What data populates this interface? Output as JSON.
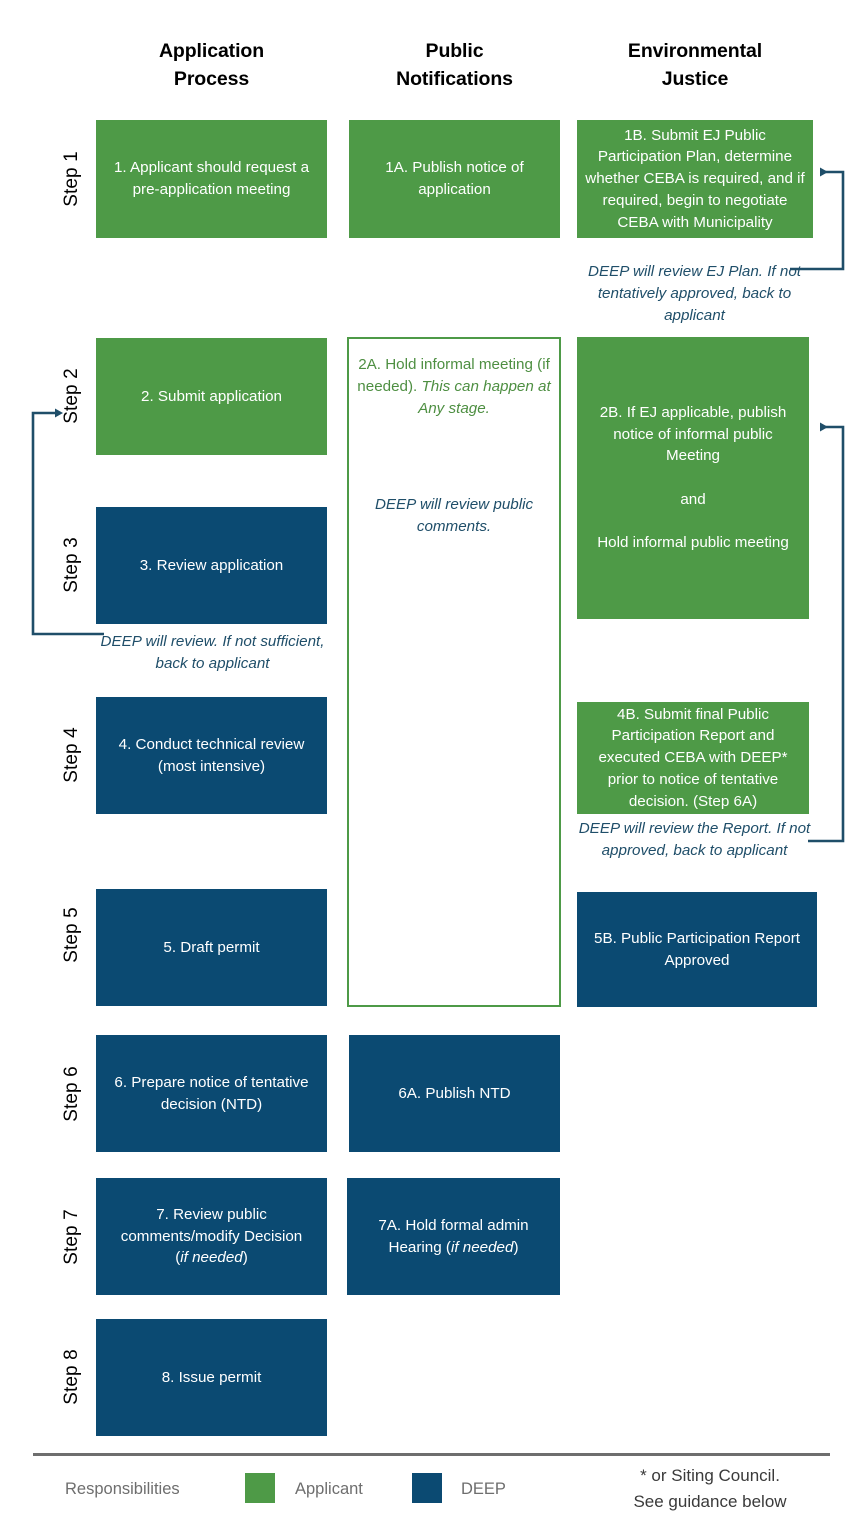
{
  "title": "CT DEEP Permit Application Process Flowchart",
  "columns": [
    {
      "line1": "Application",
      "line2": "Process"
    },
    {
      "line1": "Public",
      "line2": "Notifications"
    },
    {
      "line1": "Environmental",
      "line2": "Justice"
    }
  ],
  "steps": [
    {
      "label": "Step 1"
    },
    {
      "label": "Step 2"
    },
    {
      "label": "Step 3"
    },
    {
      "label": "Step 4"
    },
    {
      "label": "Step 5"
    },
    {
      "label": "Step 6"
    },
    {
      "label": "Step 7"
    },
    {
      "label": "Step 8"
    }
  ],
  "boxes": {
    "b1": {
      "text": "1. Applicant should request a pre-application meeting",
      "fill": "applicant"
    },
    "b1A": {
      "text": "1A. Publish notice of application",
      "fill": "applicant"
    },
    "b1B": {
      "text": "1B. Submit EJ Public Participation Plan, determine whether CEBA is required, and if required, begin to negotiate CEBA with Municipality",
      "fill": "applicant"
    },
    "b2": {
      "text": "2. Submit application",
      "fill": "applicant"
    },
    "b2B_l1": "2B. If EJ applicable, publish notice of informal public Meeting",
    "b2B_l2": "and",
    "b2B_l3": "Hold informal public meeting",
    "b3": {
      "text": "3. Review application",
      "fill": "deep"
    },
    "b4": {
      "text": "4. Conduct technical review (most intensive)",
      "fill": "deep"
    },
    "b4B": {
      "text": "4B. Submit final Public Participation Report and executed CEBA with DEEP* prior to notice of tentative decision. (Step 6A)",
      "fill": "applicant"
    },
    "b5": {
      "text": "5. Draft permit",
      "fill": "deep"
    },
    "b5B": {
      "text": "5B. Public Participation Report Approved",
      "fill": "deep"
    },
    "b6": {
      "text": "6. Prepare notice of tentative decision (NTD)",
      "fill": "deep"
    },
    "b6A": {
      "text": "6A. Publish NTD",
      "fill": "deep"
    },
    "b7_l1": "7. Review public comments/modify Decision",
    "b7_l2_pre": "(",
    "b7_l2_ital": "if needed",
    "b7_l2_post": ")",
    "b7A_l1": "7A. Hold formal admin",
    "b7A_l2_pre": "Hearing (",
    "b7A_l2_ital": "if needed",
    "b7A_l2_post": ")",
    "b8": {
      "text": "8. Issue permit",
      "fill": "deep"
    }
  },
  "panel2A": {
    "line1": "2A. Hold informal meeting (if needed).",
    "line2": "This can happen at Any stage.",
    "line3": "DEEP will review public comments."
  },
  "notes": {
    "ej_plan": "DEEP will review EJ Plan. If not tentatively approved, back to applicant",
    "app_review": "DEEP will review. If not sufficient, back to applicant",
    "report_review": "DEEP will review the Report. If not approved, back to applicant"
  },
  "legend": {
    "title": "Responsibilities",
    "items": [
      {
        "label": "Applicant",
        "color": "#4e9a47"
      },
      {
        "label": "DEEP",
        "color": "#0b4a72"
      }
    ],
    "footnote_line1": "* or Siting Council.",
    "footnote_line2": "See guidance below"
  },
  "colors": {
    "applicant_green": "#4e9a47",
    "deep_blue": "#0b4a72",
    "note_blue": "#1f4e69",
    "divider_gray": "#6e6e6e"
  }
}
